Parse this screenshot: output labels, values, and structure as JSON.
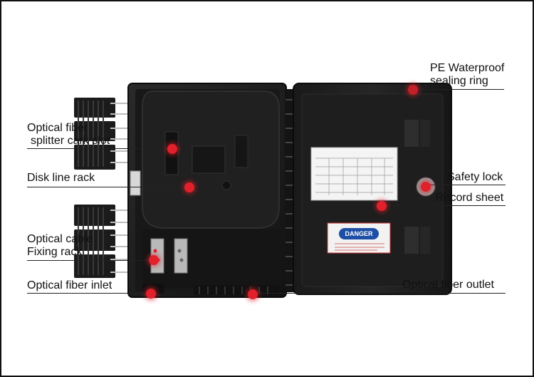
{
  "labels": {
    "optical_fiber_splitter_line1": "Optical fiber",
    "optical_fiber_splitter_line2": "splitter cark slot",
    "disk_line_rack": "Disk line rack",
    "optical_cable_line1": "Optical cable",
    "optical_cable_line2": "Fixing rack",
    "optical_fiber_inlet": "Optical fiber inlet",
    "pe_waterproof_line1": "PE Waterproof",
    "pe_waterproof_line2": "sealing ring",
    "safety_lock": "Safety lock",
    "record_sheet": "Record sheet",
    "optical_fiber_outlet": "Optical fiber outlet"
  },
  "sticker": {
    "warning_text": "DANGER"
  },
  "colors": {
    "marker": "#e0202a",
    "enclosure": "#1c1c1c",
    "background": "#ffffff"
  }
}
